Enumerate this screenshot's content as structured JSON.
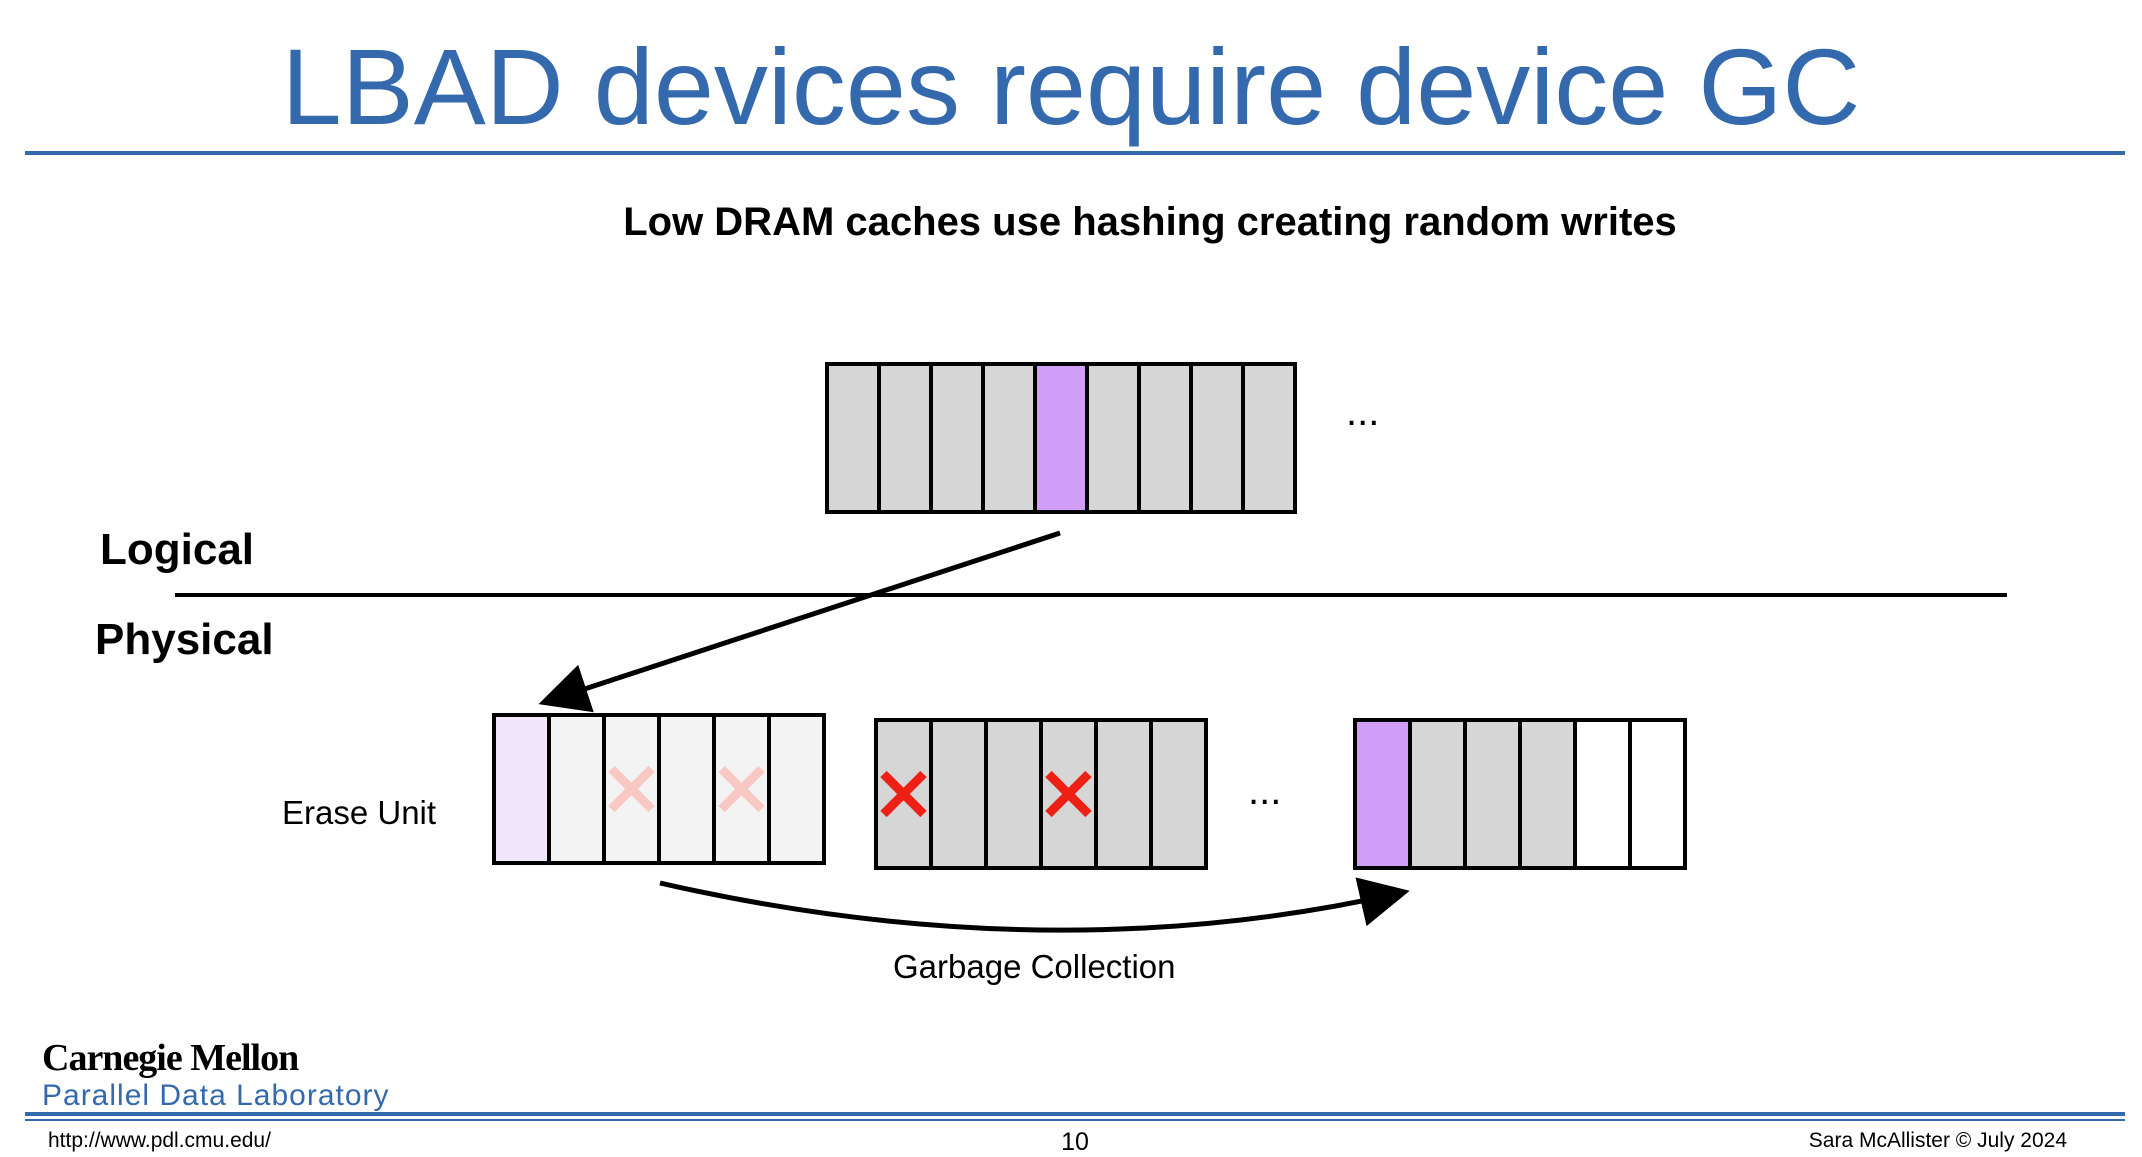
{
  "title": "LBAD devices require device GC",
  "subtitle": "Low DRAM caches use hashing creating random writes",
  "labels": {
    "logical": "Logical",
    "physical": "Physical",
    "erase_unit": "Erase Unit",
    "garbage_collection": "Garbage Collection",
    "ellipsis_top": "...",
    "ellipsis_mid": "..."
  },
  "footer": {
    "url": "http://www.pdl.cmu.edu/",
    "page": "10",
    "credit": "Sara McAllister © July 2024"
  },
  "logo": {
    "main": "Carnegie Mellon",
    "sub": "Parallel Data Laboratory"
  },
  "colors": {
    "title_blue": "#3469ad",
    "block_gray": "#d6d6d6",
    "block_light": "#f3f3f3",
    "highlight_purple": "#d09ef6",
    "highlight_purple_faded": "#f2e6fb",
    "cross_red": "#ee2015",
    "cross_faded": "#f8c8c4"
  },
  "diagram": {
    "logical_row": {
      "slots": [
        "gray",
        "gray",
        "gray",
        "gray",
        "purple",
        "gray",
        "gray",
        "gray",
        "gray"
      ]
    },
    "erase_units": [
      {
        "slots": [
          "faded-purple",
          "light",
          "light",
          "light",
          "light",
          "light"
        ],
        "crossed": [
          2,
          4
        ],
        "cross_style": "faded"
      },
      {
        "slots": [
          "gray",
          "gray",
          "gray",
          "gray",
          "gray",
          "gray"
        ],
        "crossed": [
          0,
          3
        ],
        "cross_style": "solid"
      },
      {
        "slots": [
          "purple",
          "gray",
          "gray",
          "gray",
          "white",
          "white"
        ],
        "crossed": [],
        "cross_style": "solid"
      }
    ]
  }
}
